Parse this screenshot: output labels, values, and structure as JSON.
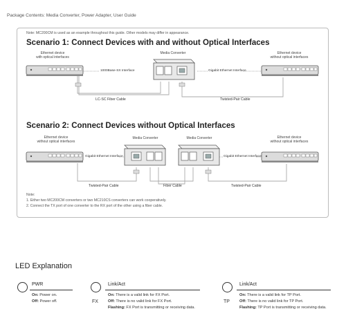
{
  "package_contents": "Package Contents: Media Converter, Power Adapter, User Guide",
  "box_note": "Note: MC200CM is used as an example throughout this guide. Other models may differ in appearance.",
  "scenario1": {
    "title": "Scenario 1: Connect Devices with and without Optical Interfaces",
    "left_device": "Ethernet device\nwith optical interfaces",
    "center_device": "Media Converter",
    "right_device": "Ethernet device\nwithout optical interfaces",
    "left_port": "1000Base-SX Interface",
    "right_port": "Gigabit Ethernet Interface",
    "left_cable": "LC-SC Fiber Cable",
    "right_cable": "Twisted-Pair Cable"
  },
  "scenario2": {
    "title": "Scenario 2: Connect Devices without Optical Interfaces",
    "left_device": "Ethernet device\nwithout optical interfaces",
    "mc1": "Media Converter",
    "mc2": "Media Converter",
    "right_device": "Ethernet device\nwithout optical interfaces",
    "left_port": "Gigabit Ethernet Interface",
    "right_port": "Gigabit Ethernet Interface",
    "left_cable": "Twisted-Pair Cable",
    "mid_cable": "Fiber Cable",
    "right_cable": "Twisted-Pair Cable"
  },
  "box_notes": {
    "header": "Note:",
    "items": [
      "1. Either two MC200CM converters or two MC210CS converters can work cooperatively.",
      "2. Connect the TX port of one converter to the RX port of the other using a fiber cable."
    ]
  },
  "led": {
    "title": "LED Explanation",
    "groups": [
      {
        "name": "PWR",
        "sub": "",
        "lines": [
          {
            "key": "On:",
            "text": " Power on."
          },
          {
            "key": "Off:",
            "text": " Power off."
          }
        ]
      },
      {
        "name": "Link/Act",
        "sub": "FX",
        "lines": [
          {
            "key": "On:",
            "text": " There is a valid link for FX Port."
          },
          {
            "key": "Off:",
            "text": " There is no valid link for FX Port."
          },
          {
            "key": "Flashing:",
            "text": " FX Port is transmitting or receiving data."
          }
        ]
      },
      {
        "name": "Link/Act",
        "sub": "TP",
        "lines": [
          {
            "key": "On:",
            "text": " There is a valid link for TP Port."
          },
          {
            "key": "Off:",
            "text": " There is no valid link for TP Port."
          },
          {
            "key": "Flashing:",
            "text": " TP Port is transmitting or receiving data."
          }
        ]
      }
    ]
  }
}
